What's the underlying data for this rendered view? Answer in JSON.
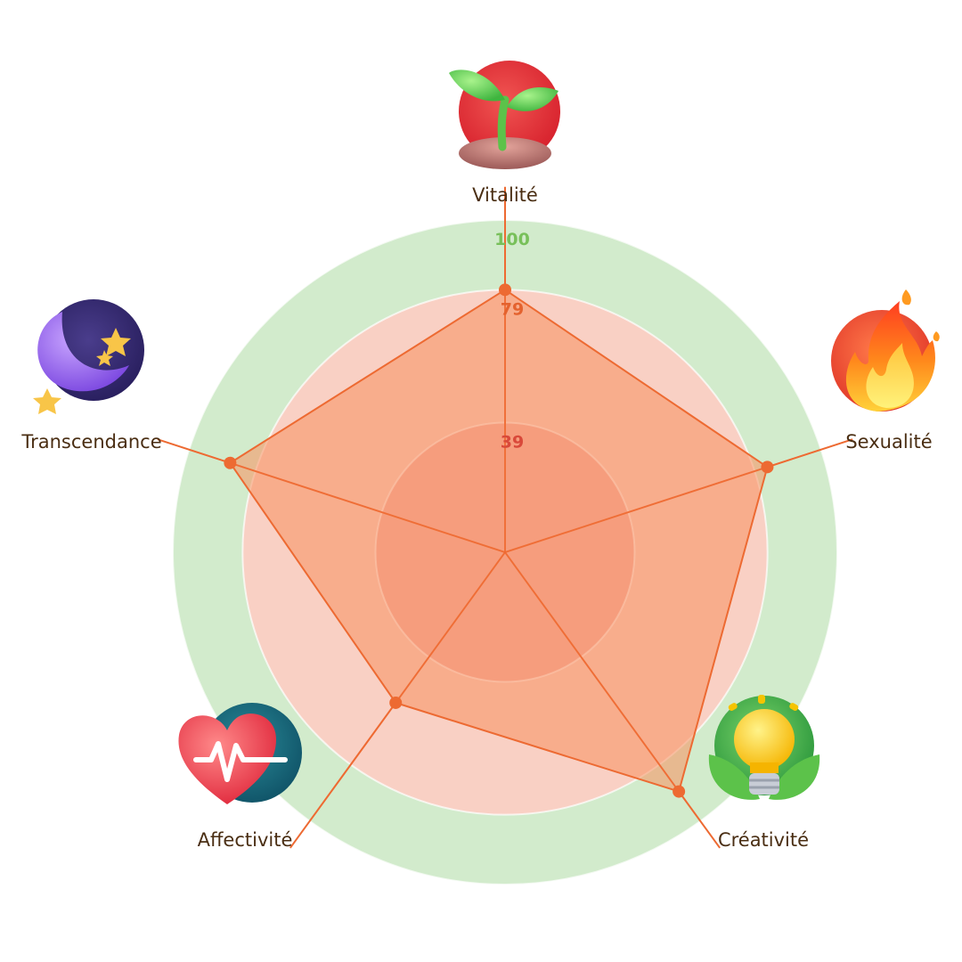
{
  "chart_data": {
    "type": "radar",
    "axes": [
      "Vitalité",
      "Sexualité",
      "Créativité",
      "Affectivité",
      "Transcendance"
    ],
    "series": [
      {
        "values": [
          79,
          83,
          89,
          56,
          87
        ]
      }
    ],
    "rmax": 100,
    "rings": [
      {
        "value": 100,
        "label": "100",
        "fill": "#d2ebcc",
        "text_color": "#78c05a"
      },
      {
        "value": 79,
        "label": "79",
        "fill": "#f9d0c4",
        "text_color": "#e4622e"
      },
      {
        "value": 39,
        "label": "39",
        "fill": "#f4aea2",
        "text_color": "#d9493a"
      }
    ],
    "colors": {
      "polygon_fill": "#f7905e",
      "polygon_stroke": "#ed6a32",
      "label_text": "#4a2e13"
    },
    "icons": [
      "seedling-icon",
      "fire-icon",
      "lightbulb-icon",
      "heart-pulse-icon",
      "moon-stars-icon"
    ]
  }
}
